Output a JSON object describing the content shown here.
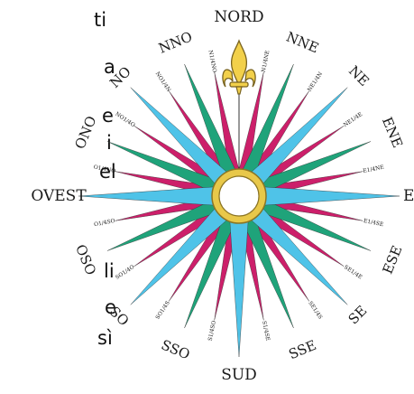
{
  "left_text_fragments": [
    "ti",
    "a",
    "e",
    "i",
    "el",
    "li",
    "e",
    "sì"
  ],
  "compass": {
    "labels": {
      "N": "NORD",
      "NNE": "NNE",
      "NE": "NE",
      "ENE": "ENE",
      "E": "ES",
      "ESE": "ESE",
      "SE": "SE",
      "SSE": "SSE",
      "S": "SUD",
      "SSO": "SSO",
      "SO": "SO",
      "OSO": "OSO",
      "O": "OVEST",
      "ONO": "ONO",
      "NO": "NO",
      "NNO": "NNO"
    },
    "minor_labels": [
      "N1/4NE",
      "NE1/4N",
      "NE1/4E",
      "E1/4NE",
      "E1/4SE",
      "SE1/4E",
      "SE1/4S",
      "S1/4SE",
      "S1/4SO",
      "SO1/4S",
      "SO1/4O",
      "O1/4SO",
      "O1/4NO",
      "NO1/4O",
      "NO1/4N",
      "N1/4NO"
    ],
    "colors": {
      "cardinal": "#4fc3e8",
      "intercardinal": "#4fc3e8",
      "half_wind": "#1fa37a",
      "quarter_wind": "#cc1f6a",
      "outline": "#333333",
      "ring": "#e8c84a",
      "fleur": "#f2d04a"
    },
    "north_marker": "fleur-de-lis-icon"
  }
}
